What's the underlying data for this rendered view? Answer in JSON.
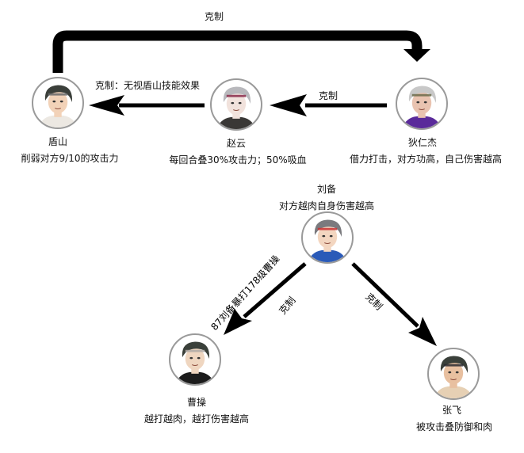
{
  "diagram_title": "",
  "relation_label": "克制",
  "characters": {
    "dunshan": {
      "name": "盾山",
      "desc": "削弱对方9/10的攻击力",
      "palette": {
        "hair": "#3b3f3a",
        "skin": "#f2d2b8",
        "cloth": "#ece8e2",
        "band": "#6a6a6a"
      }
    },
    "zhaoyun": {
      "name": "赵云",
      "desc": "每回合叠30%攻击力；50%吸血",
      "palette": {
        "hair": "#b8b8bc",
        "skin": "#f1e2dc",
        "cloth": "#3a3836",
        "band": "#8a2a4a"
      }
    },
    "direnjie": {
      "name": "狄仁杰",
      "desc": "借力打击，对方功高，自己伤害越高",
      "palette": {
        "hair": "#c8c8c8",
        "skin": "#e9c3b0",
        "cloth": "#5a2a9a",
        "band": "#6b6b4a"
      }
    },
    "liubei": {
      "name": "刘备",
      "desc": "对方越肉自身伤害越高",
      "palette": {
        "hair": "#7a7a7e",
        "skin": "#f3d6c0",
        "cloth": "#2a5ab8",
        "band": "#c83030"
      }
    },
    "caocao": {
      "name": "曹操",
      "desc": "越打越肉，越打伤害越高",
      "palette": {
        "hair": "#3a403a",
        "skin": "#efd6c0",
        "cloth": "#1c1c1c",
        "band": "#b0aaa6"
      }
    },
    "zhangfei": {
      "name": "张飞",
      "desc": "被攻击叠防御和肉",
      "palette": {
        "hair": "#3a403a",
        "skin": "#e8c0a0",
        "cloth": "#e6d0b4",
        "band": "#2a2a30"
      }
    }
  },
  "arrows": {
    "dunshan_to_direnjie": {
      "label": "克制"
    },
    "zhaoyun_to_dunshan": {
      "label": "克制：无视盾山技能效果"
    },
    "direnjie_to_zhaoyun": {
      "label": "克制"
    },
    "liubei_to_caocao": {
      "label": "克制",
      "note": "87刘备暴打178级曹操"
    },
    "liubei_to_zhangfei": {
      "label": "克制"
    }
  },
  "colors": {
    "arrow": "#000000",
    "ring": "#9a9a9a",
    "text": "#111111"
  }
}
